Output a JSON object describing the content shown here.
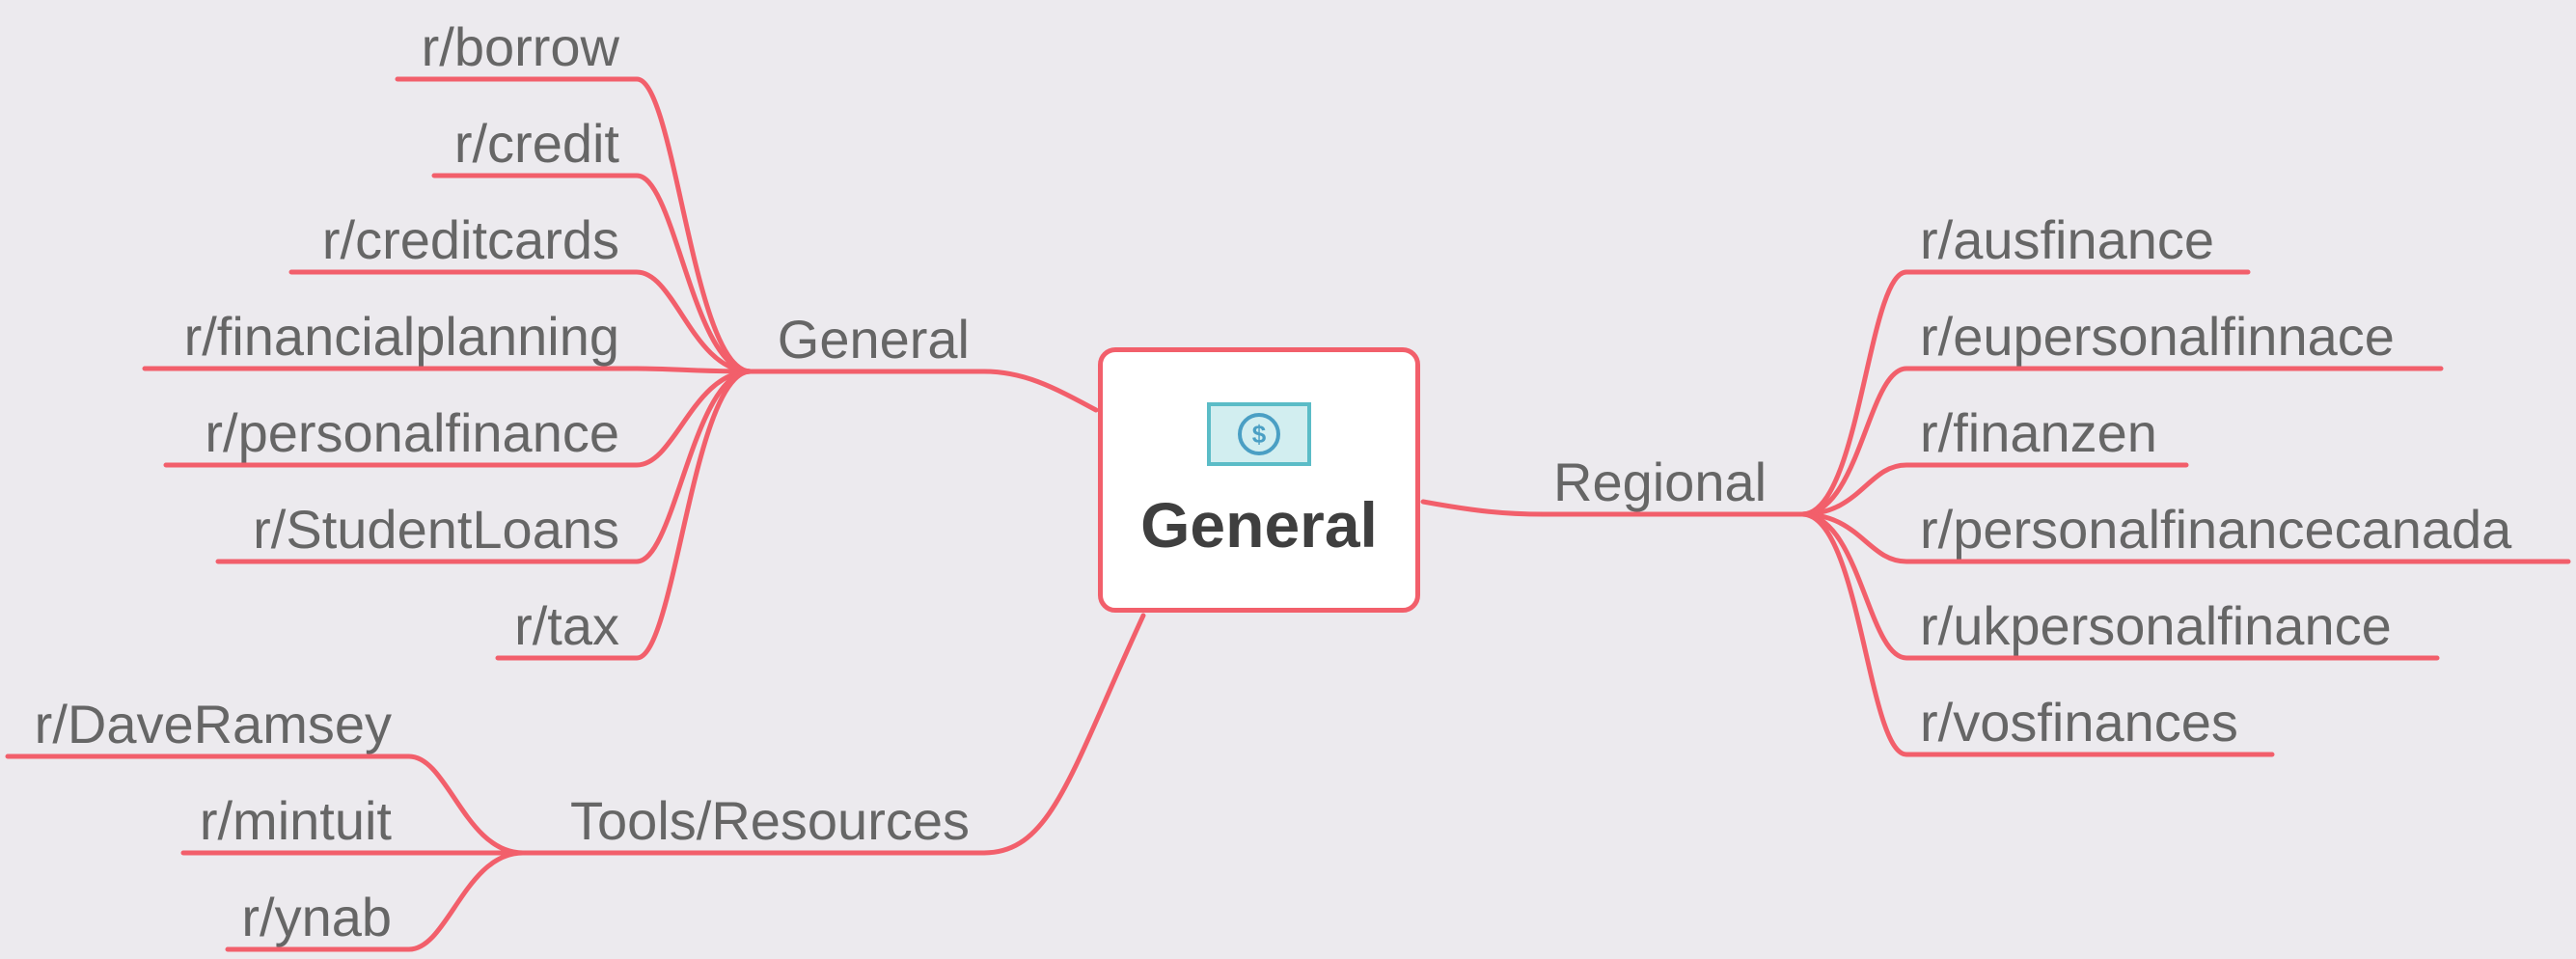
{
  "root": {
    "title": "General",
    "icon": "money-cycle-icon"
  },
  "colors": {
    "line": "#f25f6b",
    "text": "#666666",
    "background": "#eceaee",
    "icon_stroke": "#5bbcc7",
    "icon_fill": "#d2eef0"
  },
  "branches": [
    {
      "label": "General",
      "children": [
        "r/borrow",
        "r/credit",
        "r/creditcards",
        "r/financialplanning",
        "r/personalfinance",
        "r/StudentLoans",
        "r/tax"
      ]
    },
    {
      "label": "Tools/Resources",
      "children": [
        "r/DaveRamsey",
        "r/mintuit",
        "r/ynab"
      ]
    },
    {
      "label": "Regional",
      "children": [
        "r/ausfinance",
        "r/eupersonalfinnace",
        "r/finanzen",
        "r/personalfinancecanada",
        "r/ukpersonalfinance",
        "r/vosfinances"
      ]
    }
  ]
}
